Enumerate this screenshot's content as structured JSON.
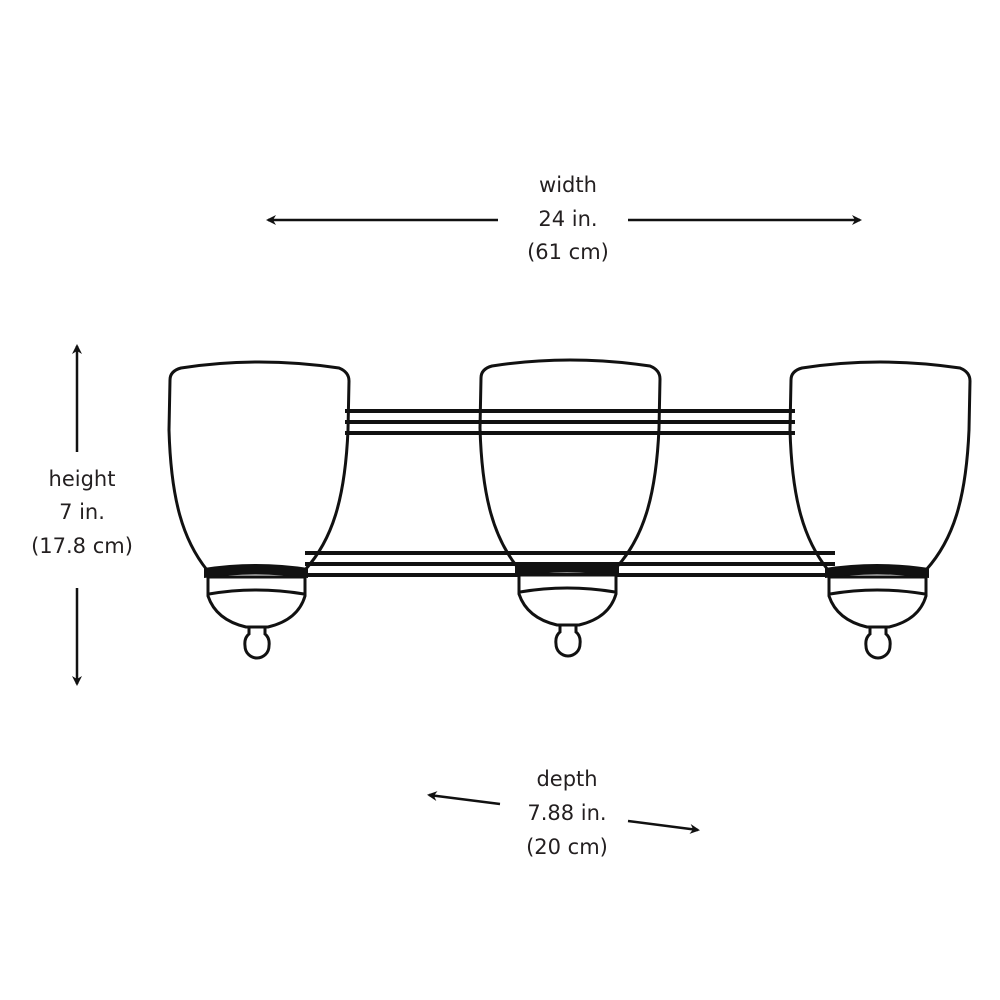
{
  "colors": {
    "line": "#111111",
    "text": "#231f20",
    "background": "#ffffff"
  },
  "dimensions": {
    "width": {
      "label": "width",
      "imperial": "24 in.",
      "metric": "(61 cm)"
    },
    "height": {
      "label": "height",
      "imperial": "7 in.",
      "metric": "(17.8 cm)"
    },
    "depth": {
      "label": "depth",
      "imperial": "7.88 in.",
      "metric": "(20 cm)"
    }
  },
  "fixture": {
    "light_count": 3
  }
}
